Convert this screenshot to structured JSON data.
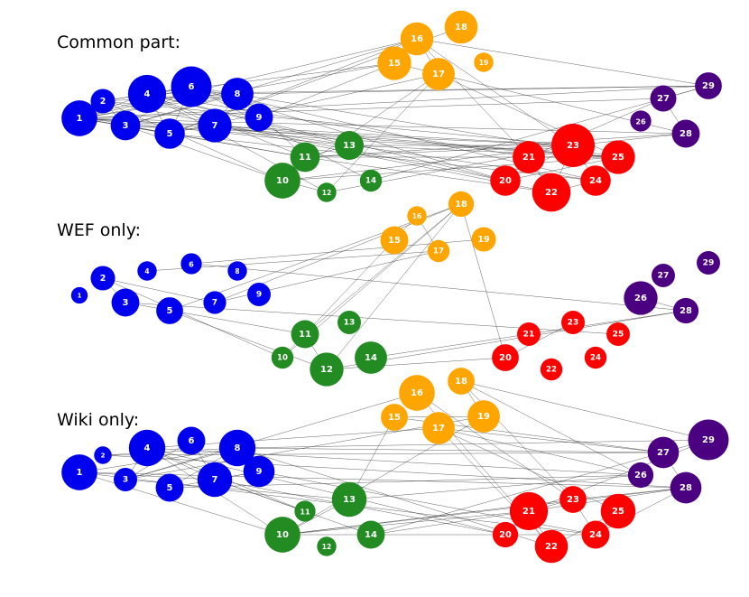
{
  "colors": {
    "blue": "#0000ee",
    "green": "#228b22",
    "orange": "#ffa500",
    "red": "#ff0000",
    "purple": "#4b0082",
    "edge": "#333333",
    "background": "#ffffff"
  },
  "groups": {
    "blue": [
      1,
      2,
      3,
      4,
      5,
      6,
      7,
      8,
      9
    ],
    "green": [
      10,
      11,
      12,
      13,
      14
    ],
    "orange": [
      15,
      16,
      17,
      18,
      19
    ],
    "red": [
      20,
      21,
      22,
      23,
      24,
      25
    ],
    "purple": [
      26,
      27,
      28,
      29
    ]
  },
  "panels": [
    {
      "title": "Common part:",
      "node_importance": {
        "1": 0.78,
        "2": 0.45,
        "3": 0.6,
        "4": 0.85,
        "5": 0.62,
        "6": 0.92,
        "7": 0.72,
        "8": 0.68,
        "9": 0.55,
        "10": 0.78,
        "11": 0.6,
        "12": 0.3,
        "13": 0.58,
        "14": 0.38,
        "15": 0.72,
        "16": 0.7,
        "17": 0.68,
        "18": 0.7,
        "19": 0.3,
        "20": 0.62,
        "21": 0.68,
        "22": 0.86,
        "23": 1.0,
        "24": 0.62,
        "25": 0.72,
        "26": 0.35,
        "27": 0.5,
        "28": 0.55,
        "29": 0.52
      }
    },
    {
      "title": "WEF only:",
      "node_importance": {
        "1": 0.22,
        "2": 0.45,
        "3": 0.55,
        "4": 0.3,
        "5": 0.52,
        "6": 0.35,
        "7": 0.4,
        "8": 0.3,
        "9": 0.42,
        "10": 0.38,
        "11": 0.55,
        "12": 0.72,
        "13": 0.42,
        "14": 0.68,
        "15": 0.55,
        "16": 0.3,
        "17": 0.38,
        "18": 0.48,
        "19": 0.45,
        "20": 0.52,
        "21": 0.42,
        "22": 0.38,
        "23": 0.42,
        "24": 0.38,
        "25": 0.42,
        "26": 0.72,
        "27": 0.42,
        "28": 0.48,
        "29": 0.42
      }
    },
    {
      "title": "Wiki only:",
      "node_importance": {
        "1": 0.78,
        "2": 0.25,
        "3": 0.42,
        "4": 0.8,
        "5": 0.55,
        "6": 0.55,
        "7": 0.75,
        "8": 0.8,
        "9": 0.65,
        "10": 0.78,
        "11": 0.35,
        "12": 0.3,
        "13": 0.75,
        "14": 0.55,
        "15": 0.52,
        "16": 0.78,
        "17": 0.68,
        "18": 0.52,
        "19": 0.68,
        "20": 0.48,
        "21": 0.85,
        "22": 0.7,
        "23": 0.52,
        "24": 0.55,
        "25": 0.75,
        "26": 0.48,
        "27": 0.65,
        "28": 0.65,
        "29": 0.92
      }
    }
  ]
}
